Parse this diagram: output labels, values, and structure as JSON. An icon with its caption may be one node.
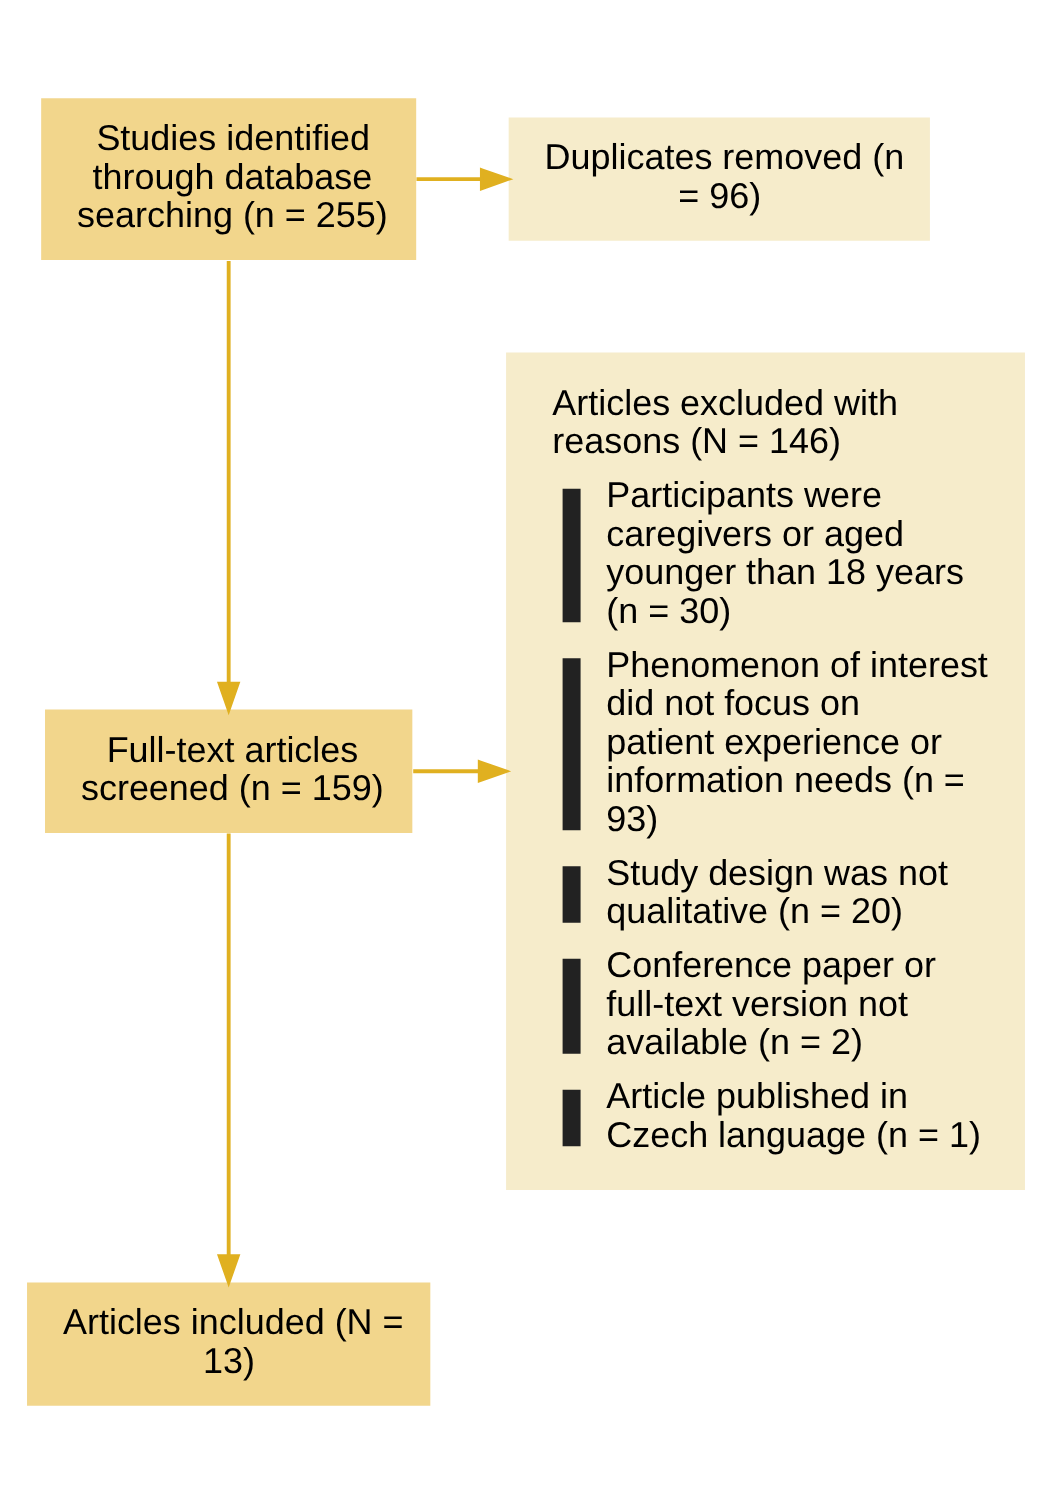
{
  "diagram": {
    "nodes": [
      {
        "text": [
          "Studies identified through database searching (n = 255)"
        ]
      },
      {
        "text": [
          "Duplicates removed (n = 96)"
        ]
      },
      {
        "text": [
          "Full-text articles screened (n = 159)"
        ]
      },
      {
        "text": [
          "Articles excluded with reasons (N = 146)",
          "Participants were caregivers or aged younger than 18 years (n = 30)",
          "Phenomenon of interest did not focus on patient experience or information needs (n = 93)",
          "Study design was not qualitative (n = 20)",
          "Conference paper or full-text version not available (n = 2)",
          "Article published in Czech language (n = 1)"
        ]
      },
      {
        "text": [
          "Articles included (N = 13)"
        ]
      }
    ],
    "edges": [
      {
        "from": 0,
        "to": 1,
        "arrow": "to"
      },
      {
        "from": 0,
        "to": 2,
        "arrow": "to"
      },
      {
        "from": 2,
        "to": 3,
        "arrow": "to"
      },
      {
        "from": 2,
        "to": 4,
        "arrow": "to"
      }
    ]
  }
}
